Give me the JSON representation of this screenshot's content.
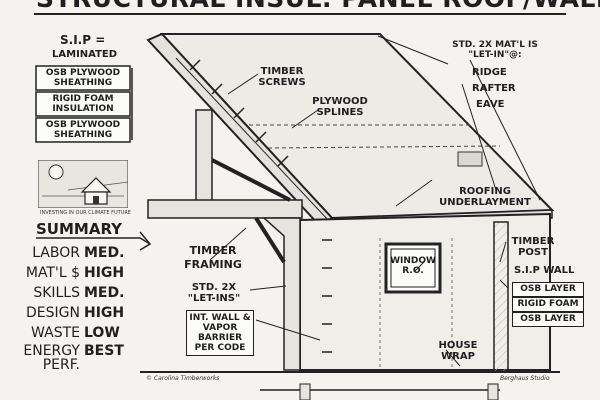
{
  "title": "STRUCTURAL INSUL. PANEL  ROOF/WALLS",
  "sip": {
    "heading": "S.I.P =",
    "subheading": "LAMINATED",
    "layers": [
      "OSB PLYWOOD SHEATHING",
      "RIGID FOAM INSULATION",
      "OSB PLYWOOD SHEATHING"
    ]
  },
  "labels": {
    "timber_screws": "TIMBER SCREWS",
    "std_2x_matl": "STD. 2X MAT'L IS \"LET-IN\"@:",
    "ridge": "RIDGE",
    "rafter": "RAFTER",
    "eave": "EAVE",
    "plywood_splines": "PLYWOOD SPLINES",
    "roofing_underlayment": "ROOFING UNDERLAYMENT",
    "timber_framing": "TIMBER FRAMING",
    "std_2x_let_ins": "STD. 2X \"LET-INS\"",
    "window_ro": "WINDOW R.O.",
    "timber_post": "TIMBER POST",
    "sip_wall": "S.I.P WALL",
    "int_wall_vapor": "INT. WALL & VAPOR BARRIER PER CODE",
    "house_wrap": "HOUSE WRAP"
  },
  "sip_wall_layers": [
    "OSB LAYER",
    "RIGID FOAM",
    "OSB LAYER"
  ],
  "summary": {
    "heading": "SUMMARY",
    "rows": [
      {
        "label": "LABOR",
        "value": "MED."
      },
      {
        "label": "MAT'L $",
        "value": "HIGH"
      },
      {
        "label": "SKILLS",
        "value": "MED."
      },
      {
        "label": "DESIGN",
        "value": "HIGH"
      },
      {
        "label": "WASTE",
        "value": "LOW"
      },
      {
        "label": "ENERGY PERF.",
        "value": "BEST"
      }
    ]
  },
  "inset_caption": "INVESTING IN OUR CLIMATE FUTURE",
  "credits": {
    "left": "© Carolina Timberworks",
    "right": "Berghaus Studio"
  }
}
